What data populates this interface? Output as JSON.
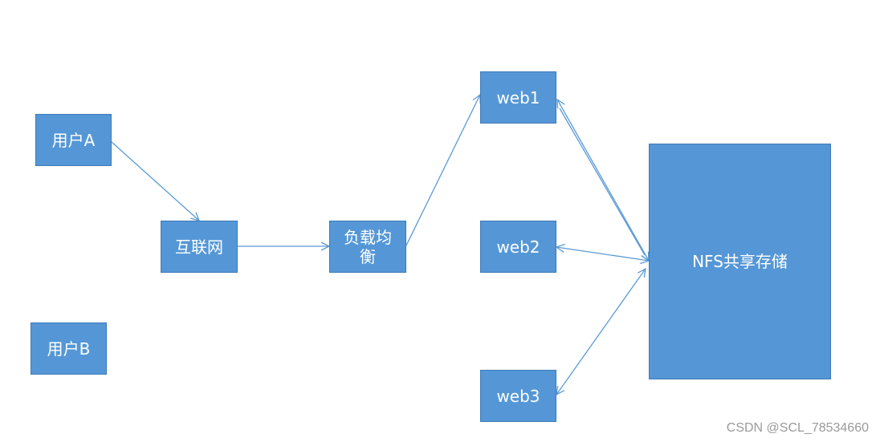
{
  "nodes": {
    "user_a": "用户A",
    "user_b": "用户B",
    "internet": "互联网",
    "load_balancer": "负载均衡",
    "web1": "web1",
    "web2": "web2",
    "web3": "web3",
    "nfs": "NFS共享存储"
  },
  "watermark": "CSDN @SCL_78534660",
  "colors": {
    "node_fill": "#5597d6",
    "node_border": "#3d7ab8",
    "arrow": "#5b9bd5",
    "text": "#ffffff"
  }
}
